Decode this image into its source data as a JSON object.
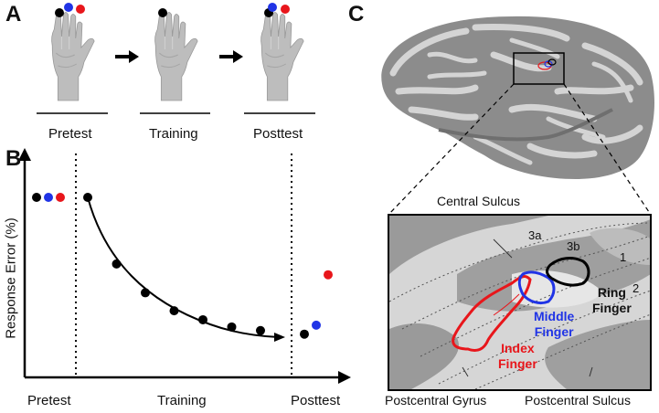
{
  "panels": {
    "a": {
      "letter": "A",
      "stages": [
        "Pretest",
        "Training",
        "Posttest"
      ]
    },
    "b": {
      "letter": "B",
      "ylabel": "Response Error (%)",
      "phases": [
        "Pretest",
        "Training",
        "Posttest"
      ]
    },
    "c": {
      "letter": "C",
      "labels": {
        "central_sulcus": "Central Sulcus",
        "postcentral_gyrus": "Postcentral Gyrus",
        "postcentral_sulcus": "Postcentral Sulcus",
        "area_3a": "3a",
        "area_3b": "3b",
        "area_1": "1",
        "area_2": "2",
        "ring_finger": "Ring\nFinger",
        "middle_finger": "Middle\nFinger",
        "index_finger": "Index\nFinger"
      }
    }
  },
  "colors": {
    "index": "#e8161b",
    "middle": "#2034e6",
    "ring": "#000000",
    "hand": "#bdbdbd",
    "brain_light": "#d9d9d9",
    "brain_dark": "#8c8c8c"
  },
  "chart_data": {
    "type": "scatter",
    "ylabel": "Response Error (%)",
    "xlabel": "",
    "phases": [
      "Pretest",
      "Training",
      "Posttest"
    ],
    "series": [
      {
        "name": "",
        "phase": "Pretest",
        "color": "#000000",
        "values": [
          100
        ]
      },
      {
        "name": "",
        "phase": "Pretest",
        "color": "#2034e6",
        "values": [
          100
        ]
      },
      {
        "name": "",
        "phase": "Pretest",
        "color": "#e8161b",
        "values": [
          100
        ]
      },
      {
        "name": "",
        "phase": "Training",
        "color": "#000000",
        "values": [
          100,
          63,
          47,
          37,
          32,
          28,
          26
        ]
      },
      {
        "name": "",
        "phase": "Posttest",
        "color": "#000000",
        "values": [
          24
        ]
      },
      {
        "name": "",
        "phase": "Posttest",
        "color": "#2034e6",
        "values": [
          29
        ]
      },
      {
        "name": "",
        "phase": "Posttest",
        "color": "#e8161b",
        "values": [
          57
        ]
      }
    ]
  }
}
